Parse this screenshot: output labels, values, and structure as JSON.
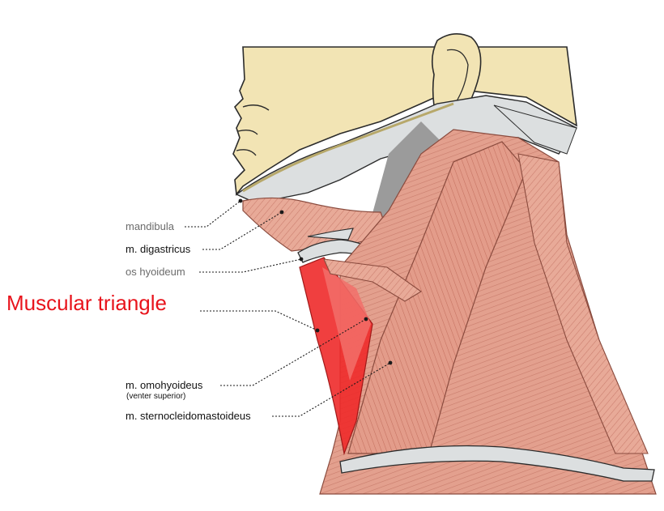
{
  "labels": {
    "mandibula": "mandibula",
    "digastricus": "m. digastricus",
    "hyoideum": "os hyoideum",
    "triangle": "Muscular triangle",
    "omohyoideus": "m. omohyoideus",
    "omohyoideus_sub": "(venter superior)",
    "scm": "m. sternocleidomastoideus"
  },
  "colors": {
    "skin": "#f2e4b4",
    "bone": "#dcdfe0",
    "muscle": "#e3a08e",
    "muscle_dark": "#c7786a",
    "triangle_highlight": "#ee2a2a",
    "highlight_label": "#e8141c"
  }
}
